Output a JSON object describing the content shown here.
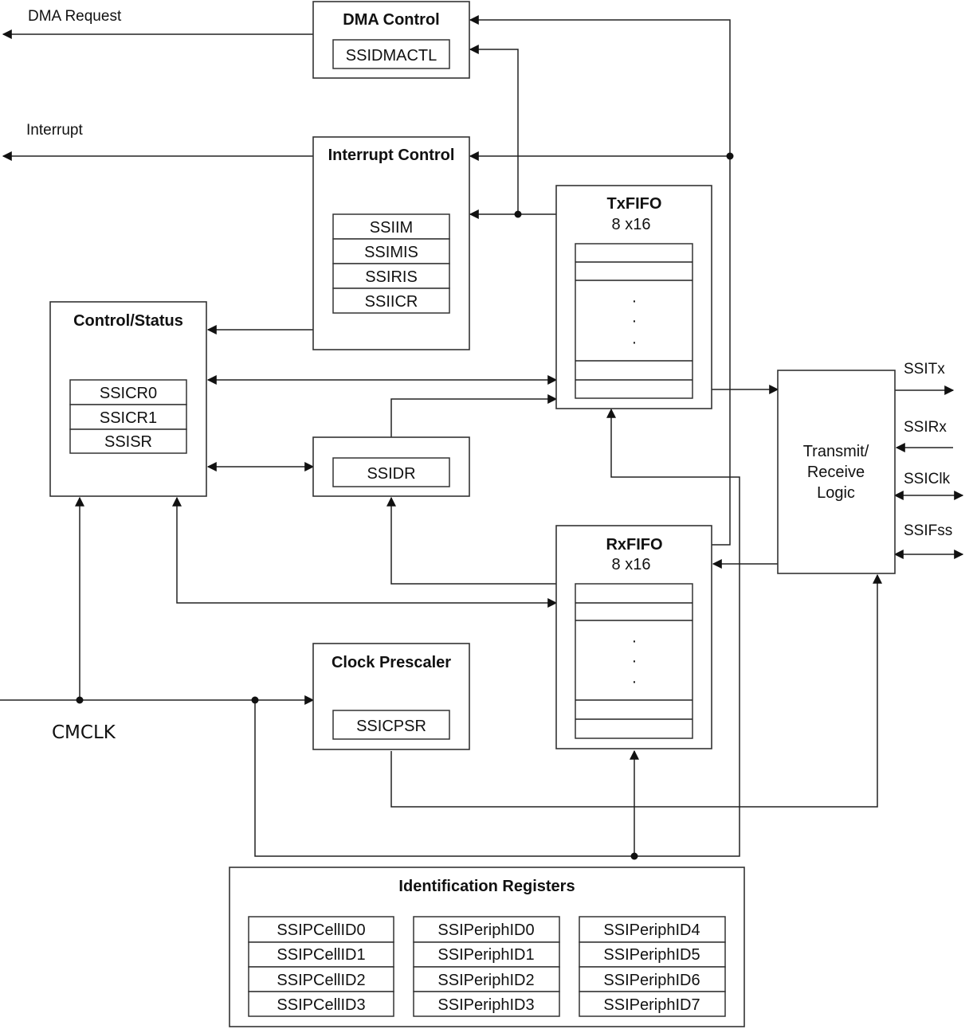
{
  "signals": {
    "dma_request": "DMA Request",
    "interrupt": "Interrupt",
    "ssitx": "SSITx",
    "ssirx": "SSIRx",
    "ssiclk": "SSIClk",
    "ssifss": "SSIFss",
    "cmclk": "CMCLK"
  },
  "dma": {
    "title": "DMA Control",
    "reg": "SSIDMACTL"
  },
  "interrupt": {
    "title": "Interrupt Control",
    "regs": [
      "SSIIM",
      "SSIMIS",
      "SSIRIS",
      "SSIICR"
    ]
  },
  "control": {
    "title": "Control/Status",
    "regs": [
      "SSICR0",
      "SSICR1",
      "SSISR"
    ]
  },
  "data_reg": {
    "reg": "SSIDR"
  },
  "txfifo": {
    "title": "TxFIFO",
    "size": "8 x16",
    "dots": "·"
  },
  "rxfifo": {
    "title": "RxFIFO",
    "size": "8 x16",
    "dots": "·"
  },
  "clock": {
    "title": "Clock Prescaler",
    "reg": "SSICPSR"
  },
  "txrx": {
    "line1": "Transmit/",
    "line2": "Receive",
    "line3": "Logic"
  },
  "ident": {
    "title": "Identification Registers",
    "col1": [
      "SSIPCellID0",
      "SSIPCellID1",
      "SSIPCellID2",
      "SSIPCellID3"
    ],
    "col2": [
      "SSIPeriphID0",
      "SSIPeriphID1",
      "SSIPeriphID2",
      "SSIPeriphID3"
    ],
    "col3": [
      "SSIPeriphID4",
      "SSIPeriphID5",
      "SSIPeriphID6",
      "SSIPeriphID7"
    ]
  }
}
